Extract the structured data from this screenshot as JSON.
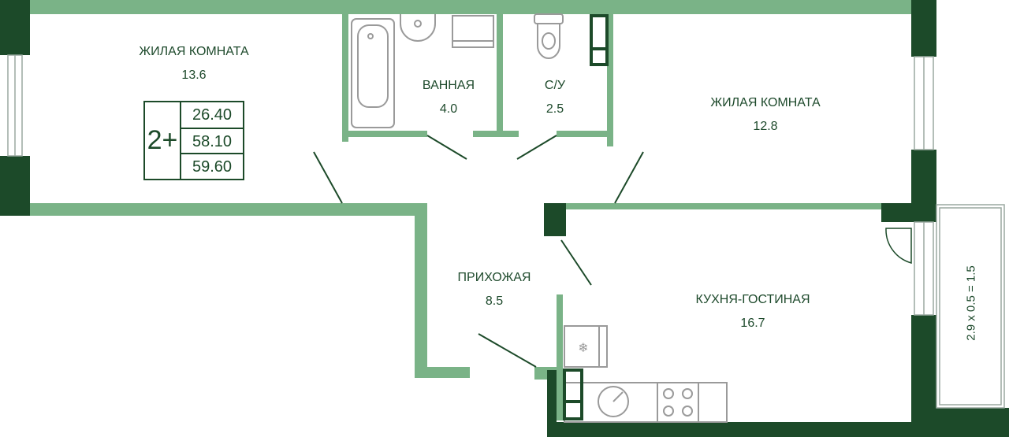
{
  "colors": {
    "wall": "#7ab387",
    "column": "#1c4a29",
    "fixture": "#9a9a9a",
    "text": "#1e4a2c"
  },
  "rooms": [
    {
      "name": "ЖИЛАЯ КОМНАТА",
      "area": "13.6"
    },
    {
      "name": "ВАННАЯ",
      "area": "4.0"
    },
    {
      "name": "С/У",
      "area": "2.5"
    },
    {
      "name": "ЖИЛАЯ КОМНАТА",
      "area": "12.8"
    },
    {
      "name": "ПРИХОЖАЯ",
      "area": "8.5"
    },
    {
      "name": "КУХНЯ-ГОСТИНАЯ",
      "area": "16.7"
    }
  ],
  "summary": {
    "rooms": "2+",
    "living_area": "26.40",
    "total_area": "58.10",
    "area_with_balcony": "59.60"
  },
  "balcony": {
    "dimension": "2.9 х 0.5 = 1.5"
  },
  "icons": [
    "bathtub-icon",
    "sink-icon",
    "washer-icon",
    "toilet-icon",
    "fridge-icon",
    "stove-icon",
    "kitchen-sink-icon",
    "snowflake-icon"
  ]
}
